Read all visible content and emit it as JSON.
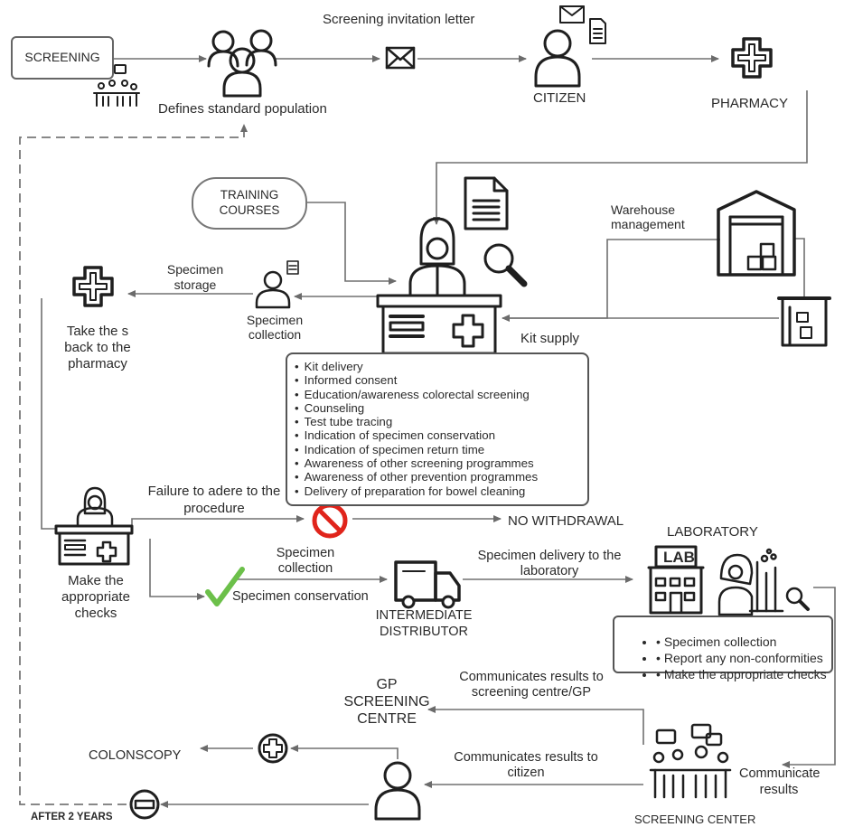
{
  "labels": {
    "screening": "SCREENING",
    "defines_population": "Defines standard population",
    "invitation_letter": "Screening invitation letter",
    "citizen": "CITIZEN",
    "pharmacy": "PHARMACY",
    "training_courses": "TRAINING COURSES",
    "warehouse_management": "Warehouse management",
    "specimen_storage": "Specimen storage",
    "specimen_collection_1": "Specimen collection",
    "take_back": "Take the s back to the pharmacy",
    "kit_supply": "Kit supply",
    "failure_adhere": "Failure to adere to the procedure",
    "no_withdrawal": "NO WITHDRAWAL",
    "laboratory": "LABORATORY",
    "lab_sign": "LAB",
    "specimen_collection_2": "Specimen collection",
    "specimen_conservation": "Specimen conservation",
    "specimen_delivery_lab": "Specimen delivery to the laboratory",
    "intermediate_distributor": "INTERMEDIATE DISTRIBUTOR",
    "make_checks": "Make the appropriate checks",
    "gp_screening_centre": "GP SCREENING CENTRE",
    "communicates_results_gp": "Communicates results to screening centre/GP",
    "communicates_results_citizen": "Communicates results to citizen",
    "communicate_results": "Communicate results",
    "colonscopy": "COLONSCOPY",
    "after_2_years": "AFTER 2 YEARS",
    "screening_center": "SCREENING CENTER"
  },
  "pharmacy_tasks": [
    "Kit delivery",
    "Informed consent",
    "Education/awareness colorectal screening",
    "Counseling",
    "Test tube tracing",
    "Indication of specimen conservation",
    "Indication of specimen return time",
    "Awareness of other screening programmes",
    "Awareness of other prevention programmes",
    "Delivery of preparation for bowel cleaning"
  ],
  "lab_tasks": [
    "Specimen collection",
    "Report any non-conformities",
    "Make the appropriate checks"
  ],
  "colors": {
    "line": "#707070",
    "icon": "#1f1f1f",
    "check": "#6cc04a",
    "prohibit": "#e0241b"
  }
}
